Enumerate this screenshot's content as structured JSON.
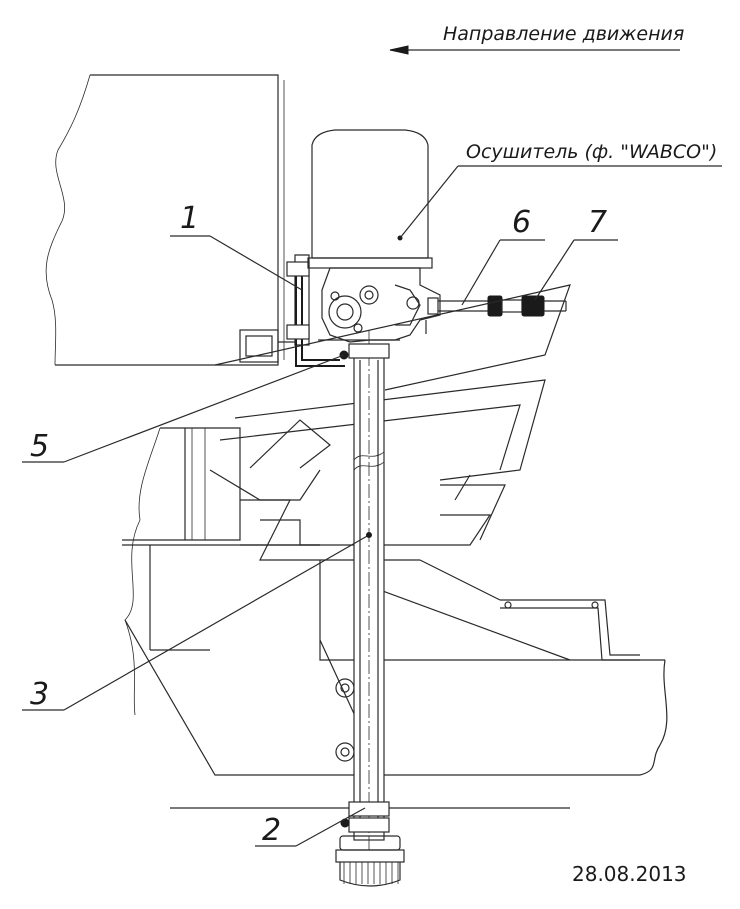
{
  "header": {
    "direction_label": "Направление движения"
  },
  "labels": {
    "dryer": "Осушитель (ф. \"WABCO\")",
    "callout_1": "1",
    "callout_2": "2",
    "callout_3": "3",
    "callout_5": "5",
    "callout_6": "6",
    "callout_7": "7"
  },
  "footer": {
    "date": "28.08.2013"
  },
  "colors": {
    "line": "#2a2a2a",
    "background": "#ffffff"
  }
}
